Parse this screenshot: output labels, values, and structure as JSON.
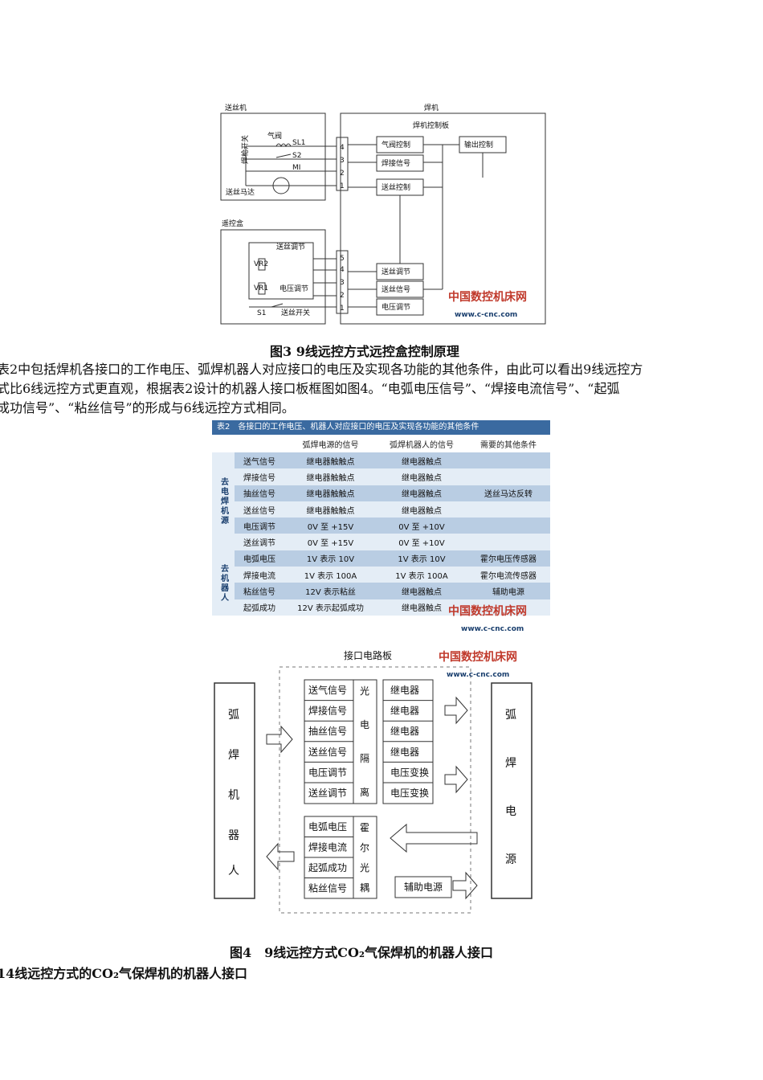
{
  "figure3": {
    "labels": {
      "feeder": "送丝机",
      "welder": "焊机",
      "control_board": "焊机控制板",
      "torch_switch": "焊枪开关",
      "gas_valve": "气阀",
      "sl1": "SL1",
      "s2": "S2",
      "mi": "MI",
      "feed_motor": "送丝马达",
      "remote_box": "遥控盒",
      "feed_adjust_top": "送丝调节",
      "vr2": "VR2",
      "vr1": "VR1",
      "voltage_adjust_left": "电压调节",
      "s1": "S1",
      "feed_switch": "送丝开关",
      "pin4": "4",
      "pin3": "3",
      "pin2": "2",
      "pin1": "1",
      "pin5": "5",
      "pin4b": "4",
      "pin3b": "3",
      "pin2b": "2",
      "pin1b": "1"
    },
    "blocks": {
      "gas_control": "气阀控制",
      "weld_signal": "焊接信号",
      "feed_control": "送丝控制",
      "output_control": "输出控制",
      "feed_adjust": "送丝调节",
      "feed_signal": "送丝信号",
      "voltage_adjust": "电压调节"
    },
    "watermark": {
      "logo": "中国数控机床网",
      "url": "www.c-cnc.com"
    },
    "caption": "图3 9线远控方式远控盒控制原理"
  },
  "paragraph": {
    "lines": [
      "表2中包括焊机各接口的工作电压、弧焊机器人对应接口的电压及实现各功能的其他条件，由此可以看出9线远控方",
      "式比6线远控方式更直观，根据表2设计的机器人接口板框图如图4。“电弧电压信号”、“焊接电流信号”、“起弧",
      "成功信号”、“粘丝信号”的形成与6线远控方式相同。"
    ]
  },
  "table2": {
    "title": "表2　各接口的工作电压、机器人对应接口的电压及实现各功能的其他条件",
    "columns": [
      "弧焊电源的信号",
      "弧焊机器人的信号",
      "需要的其他条件"
    ],
    "groups": [
      "去电焊机源",
      "去机器人"
    ],
    "rows": [
      [
        "送气信号",
        "继电器触触点",
        "继电器触点",
        ""
      ],
      [
        "焊接信号",
        "继电器触触点",
        "继电器触点",
        ""
      ],
      [
        "抽丝信号",
        "继电器触触点",
        "继电器触点",
        "送丝马达反转"
      ],
      [
        "送丝信号",
        "继电器触触点",
        "继电器触点",
        ""
      ],
      [
        "电压调节",
        "0V 至 +15V",
        "0V 至 +10V",
        ""
      ],
      [
        "送丝调节",
        "0V 至 +15V",
        "0V 至 +10V",
        ""
      ],
      [
        "电弧电压",
        "1V 表示 10V",
        "1V 表示 10V",
        "霍尔电压传感器"
      ],
      [
        "焊接电流",
        "1V 表示 100A",
        "1V 表示 100A",
        "霍尔电流传感器"
      ],
      [
        "粘丝信号",
        "12V 表示粘丝",
        "继电器触点",
        "辅助电源"
      ],
      [
        "起弧成功",
        "12V 表示起弧成功",
        "继电器触点",
        ""
      ]
    ],
    "watermark": {
      "logo": "中国数控机床网",
      "url": "www.c-cnc.com"
    }
  },
  "figure4": {
    "title": "接口电路板",
    "left_box": "弧焊机器人",
    "right_box": "弧焊电源",
    "upper_signals": [
      "送气信号",
      "焊接信号",
      "抽丝信号",
      "送丝信号",
      "电压调节",
      "送丝调节"
    ],
    "upper_iso": "光电隔离",
    "upper_outputs": [
      "继电器",
      "继电器",
      "继电器",
      "继电器",
      "电压变换",
      "电压变换"
    ],
    "lower_signals": [
      "电弧电压",
      "焊接电流",
      "起弧成功",
      "粘丝信号"
    ],
    "lower_iso": "霍尔光耦",
    "aux_power": "辅助电源",
    "watermark": {
      "logo": "中国数控机床网",
      "url": "www.c-cnc.com"
    },
    "caption": "图4　9线远控方式CO₂气保焊机的机器人接口"
  },
  "section_heading": "14线远控方式的CO₂气保焊机的机器人接口"
}
